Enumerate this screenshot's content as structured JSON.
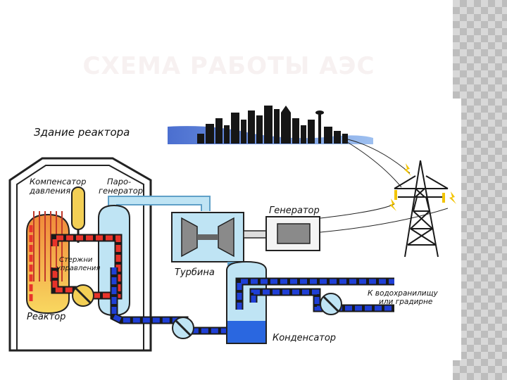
{
  "title": "СХЕМА РАБОТЫ АЭС",
  "labels": {
    "building": "Здание реактора",
    "pressurizer_1": "Компенсатор",
    "pressurizer_2": "давления",
    "steamgen_1": "Паро-",
    "steamgen_2": "генератор",
    "rods_1": "Стержни",
    "rods_2": "управления",
    "reactor": "Реактор",
    "turbine": "Турбина",
    "generator": "Генератор",
    "condenser": "Конденсатор",
    "reservoir_1": "К водохранилищу",
    "reservoir_2": "или градирне"
  },
  "colors": {
    "hot": "#e8332a",
    "hot_core": "#f6a33a",
    "cold": "#1f3fd6",
    "steam": "#a9d8ec",
    "water": "#2a67e0"
  }
}
